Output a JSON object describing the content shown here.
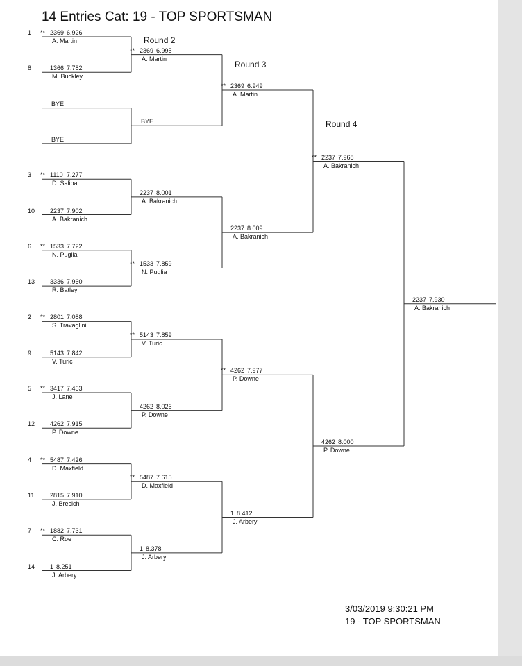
{
  "title": "14 Entries Cat: 19 - TOP SPORTSMAN",
  "round_labels": [
    "Round 2",
    "Round 3",
    "Round 4"
  ],
  "round1": [
    {
      "seed": "1",
      "mark": "**",
      "dial": "2369",
      "et": "6.926",
      "name": "A. Martin"
    },
    {
      "seed": "8",
      "mark": "",
      "dial": "1366",
      "et": "7.782",
      "name": "M. Buckley"
    },
    {
      "seed": "",
      "mark": "",
      "dial": "",
      "et": "",
      "name": "",
      "bye": "BYE"
    },
    {
      "seed": "",
      "mark": "",
      "dial": "",
      "et": "",
      "name": "",
      "bye": "BYE"
    },
    {
      "seed": "3",
      "mark": "**",
      "dial": "1110",
      "et": "7.277",
      "name": "D. Saliba"
    },
    {
      "seed": "10",
      "mark": "",
      "dial": "2237",
      "et": "7.902",
      "name": "A. Bakranich"
    },
    {
      "seed": "6",
      "mark": "**",
      "dial": "1533",
      "et": "7.722",
      "name": "N. Puglia"
    },
    {
      "seed": "13",
      "mark": "",
      "dial": "3336",
      "et": "7.960",
      "name": "R. Batley"
    },
    {
      "seed": "2",
      "mark": "**",
      "dial": "2801",
      "et": "7.088",
      "name": "S. Travaglini"
    },
    {
      "seed": "9",
      "mark": "",
      "dial": "5143",
      "et": "7.842",
      "name": "V. Turic"
    },
    {
      "seed": "5",
      "mark": "**",
      "dial": "3417",
      "et": "7.463",
      "name": "J. Lane"
    },
    {
      "seed": "12",
      "mark": "",
      "dial": "4262",
      "et": "7.915",
      "name": "P. Downe"
    },
    {
      "seed": "4",
      "mark": "**",
      "dial": "5487",
      "et": "7.426",
      "name": "D. Maxfield"
    },
    {
      "seed": "11",
      "mark": "",
      "dial": "2815",
      "et": "7.910",
      "name": "J. Brecich"
    },
    {
      "seed": "7",
      "mark": "**",
      "dial": "1882",
      "et": "7.731",
      "name": "C. Roe"
    },
    {
      "seed": "14",
      "mark": "",
      "dial": "1",
      "et": "8.251",
      "name": "J. Arbery"
    }
  ],
  "round2": [
    {
      "mark": "**",
      "dial": "2369",
      "et": "6.995",
      "name": "A. Martin"
    },
    {
      "mark": "",
      "dial": "",
      "et": "",
      "name": "",
      "bye": "BYE"
    },
    {
      "mark": "",
      "dial": "2237",
      "et": "8.001",
      "name": "A. Bakranich"
    },
    {
      "mark": "**",
      "dial": "1533",
      "et": "7.859",
      "name": "N. Puglia"
    },
    {
      "mark": "**",
      "dial": "5143",
      "et": "7.859",
      "name": "V. Turic"
    },
    {
      "mark": "",
      "dial": "4262",
      "et": "8.026",
      "name": "P. Downe"
    },
    {
      "mark": "**",
      "dial": "5487",
      "et": "7.615",
      "name": "D. Maxfield"
    },
    {
      "mark": "",
      "dial": "1",
      "et": "8.378",
      "name": "J. Arbery"
    }
  ],
  "round3": [
    {
      "mark": "**",
      "dial": "2369",
      "et": "6.949",
      "name": "A. Martin"
    },
    {
      "mark": "",
      "dial": "2237",
      "et": "8.009",
      "name": "A. Bakranich"
    },
    {
      "mark": "**",
      "dial": "4262",
      "et": "7.977",
      "name": "P. Downe"
    },
    {
      "mark": "",
      "dial": "1",
      "et": "8.412",
      "name": "J. Arbery"
    }
  ],
  "round4": [
    {
      "mark": "**",
      "dial": "2237",
      "et": "7.968",
      "name": "A. Bakranich"
    },
    {
      "mark": "",
      "dial": "4262",
      "et": "8.000",
      "name": "P. Downe"
    }
  ],
  "final": {
    "mark": "",
    "dial": "2237",
    "et": "7.930",
    "name": "A. Bakranich"
  },
  "footer": {
    "timestamp": "3/03/2019 9:30:21 PM",
    "category": "19 - TOP SPORTSMAN"
  },
  "line_color": "#333333"
}
